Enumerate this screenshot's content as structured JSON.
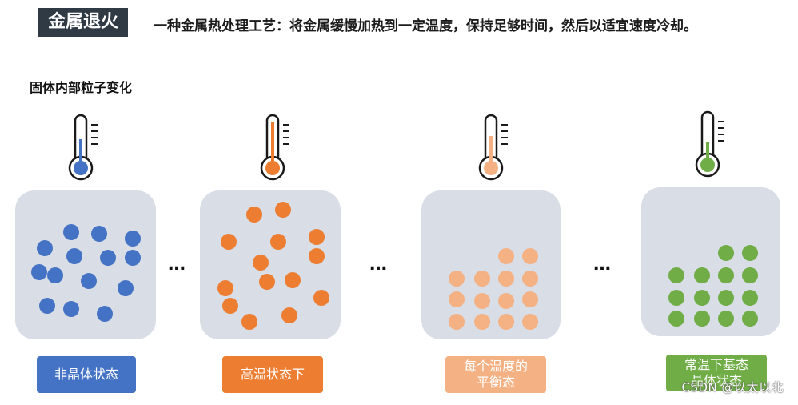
{
  "header": {
    "title": "金属退火",
    "description": "一种金属热处理工艺：将金属缓慢加热到一定温度，保持足够时间，然后以适宜速度冷却。"
  },
  "section_title": "固体内部粒子变化",
  "separator": "…",
  "stages": [
    {
      "label": "非晶体状态",
      "color": "#4472c4",
      "mercury_level": 0.45
    },
    {
      "label": "高温状态下",
      "color": "#ed7d31",
      "mercury_level": 0.9
    },
    {
      "label": "每个温度的\n平衡态",
      "color": "#f4b183",
      "mercury_level": 0.55
    },
    {
      "label": "常温下基态\n晶体状态",
      "color": "#70ad47",
      "mercury_level": 0.35
    }
  ],
  "watermark": "CSDN @以太以北"
}
